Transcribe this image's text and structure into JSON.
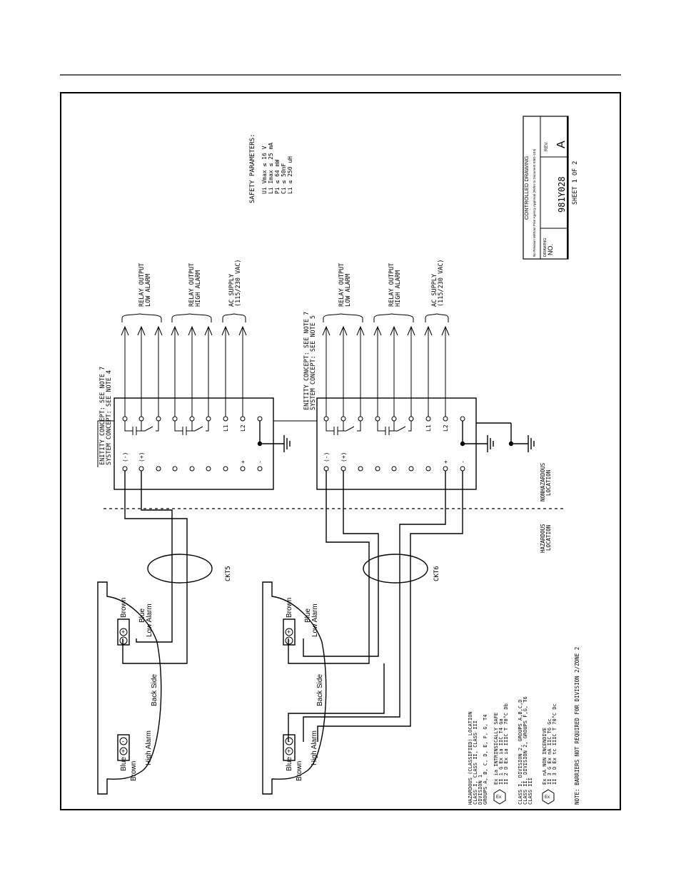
{
  "title_block": {
    "controlled": "CONTROLLED DRAWING",
    "note": "No Revision Without Prior Agency Approval (Refer to Document ENG-104)",
    "drawing_label": "DRAWING",
    "no_label": "NO.",
    "number": "981Y028",
    "rev_label": "REV.",
    "rev": "A",
    "sheet": "SHEET 1 OF 2"
  },
  "safety": {
    "heading": "SAFETY PARAMETERS:",
    "lines": [
      "Ui  Vmax ≤ 16  V",
      "Li  Imax ≤ 25  mA",
      "Pi ≤ 64  mW",
      "Ci ≤ 50nF",
      "Li ≤ 250 uH"
    ]
  },
  "circuit1": {
    "entity": "ENITITY CONCEPT: SEE NOTE 7",
    "system": "SYSTEM CONCEPT: SEE NOTE 4",
    "cable": "CKT5",
    "low_out": [
      "RELAY OUTPUT",
      "LOW ALARM"
    ],
    "high_out": [
      "RELAY OUTPUT",
      "HIGH ALARM"
    ],
    "ac": [
      "AC SUPPLY",
      "(115/230 VAC)"
    ]
  },
  "circuit2": {
    "entity": "ENITITY CONCEPT: SEE NOTE 7",
    "system": "SYSTEM CONCEPT: SEE NOTE 5",
    "cable": "CKT6",
    "low_out": [
      "RELAY OUTPUT",
      "LOW ALARM"
    ],
    "high_out": [
      "RELAY OUTPUT",
      "HIGH ALARM"
    ],
    "ac": [
      "AC SUPPLY",
      "(115/230 VAC)"
    ]
  },
  "terminals": {
    "neg": "(-)",
    "pos": "(+)",
    "l1": "L1",
    "l2": "L2",
    "plus": "+",
    "minus": "-"
  },
  "sensor": {
    "brown": "Brown",
    "blue": "Blue",
    "low_alarm": "Low Alarm",
    "high_alarm": "High Alarm",
    "back_side": "Back Side",
    "plus_sym": "+",
    "minus_sym": "-"
  },
  "locations": {
    "non_hazardous": [
      "NONHAZARDOUS",
      "LOCATION"
    ],
    "hazardous": [
      "HAZARDOUS",
      "LOCATION"
    ]
  },
  "notes": {
    "classified": [
      "HAZARDOUS (CLASSIFIED) LOCATION",
      "CLASS I, CLASS II, CLASS III",
      "DIVISION 1",
      "GROUPS A, B, C, D, E, F, G, T4"
    ],
    "intrinsic": [
      "Ex ia INTRINSICALLY SAFE",
      "II 1 G Ex ia IIC T4 Ga",
      "II 2 D Ex ia IIIC T 70°C Db"
    ],
    "division2": [
      "CLASS I, DIVISION 2, GROUPS A,B,C,D",
      "CLASS II, DIVISION 2, GROUPS F,G, T6",
      "CLASS III"
    ],
    "nonincendive": [
      "Ex nA NON INCENDIVE",
      "II 3 G Ex nA IIC T6 Gc",
      "II 3 D Ex tc IIIC T 70°C Dc"
    ],
    "note": "NOTE: BARRIERS NOT REQUIRED FOR DIVISION 2/ZONE 2"
  }
}
